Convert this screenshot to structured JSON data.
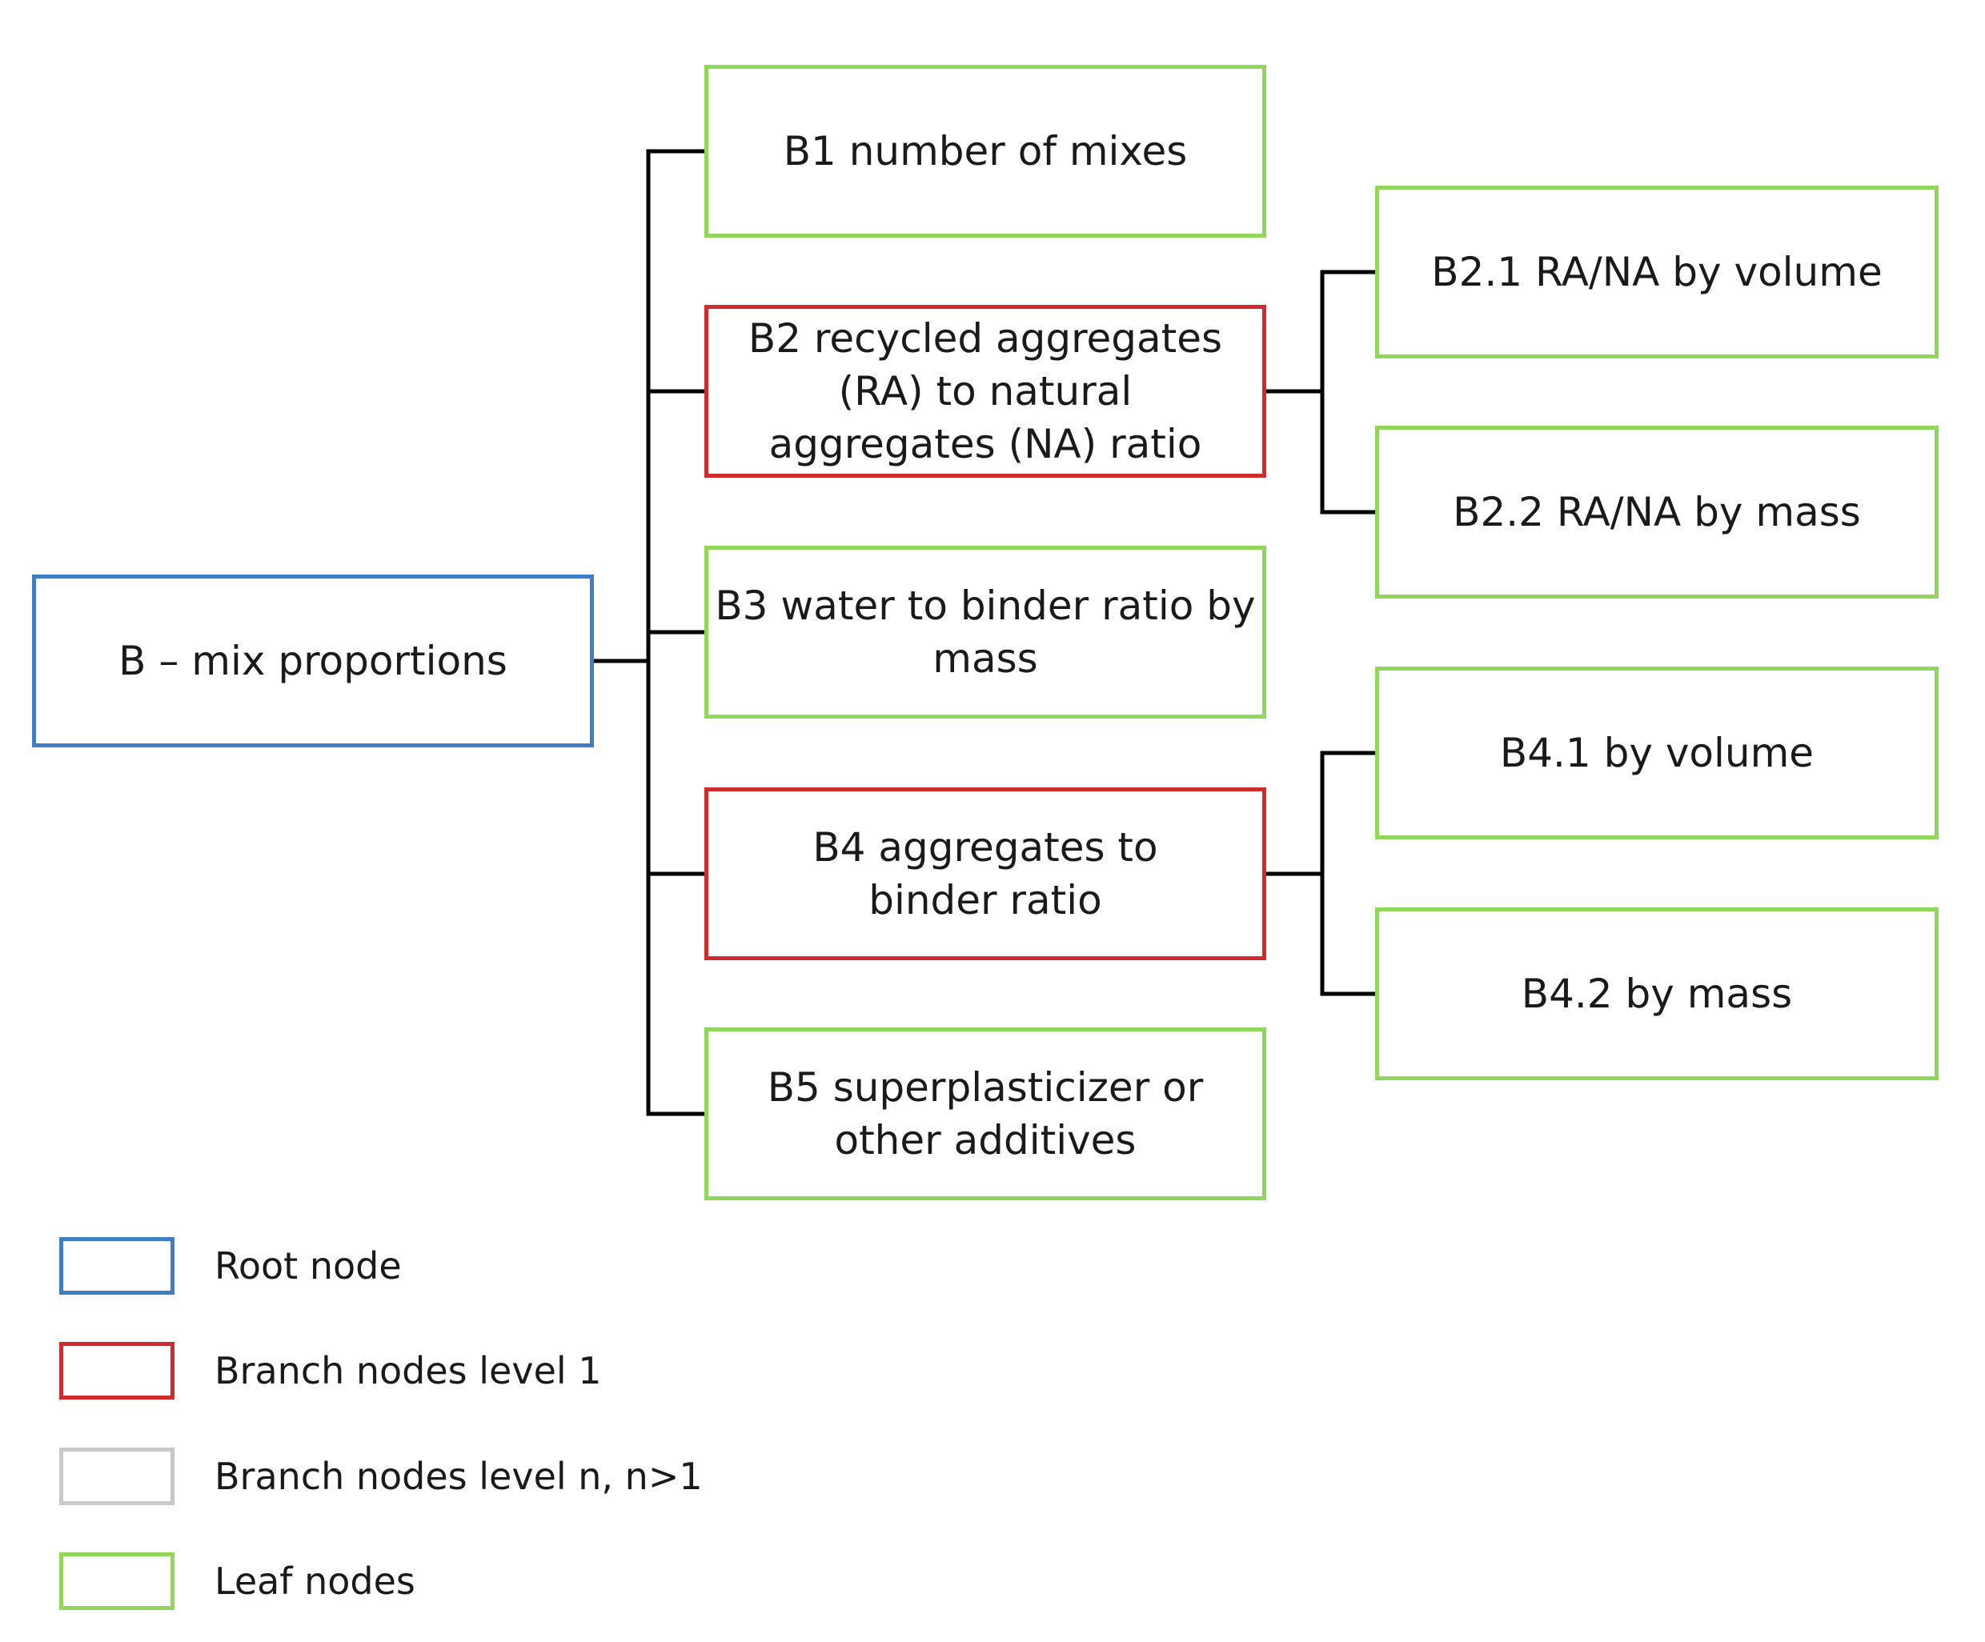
{
  "colors": {
    "root": "#3f7ec6",
    "branch_level_1": "#cf2b2b",
    "branch_level_n": "#c8c8c8",
    "leaf": "#8fd65a",
    "connector": "#000000"
  },
  "nodes": {
    "root": "B – mix proportions",
    "b1": "B1 number of mixes",
    "b2": "B2 recycled aggregates (RA) to natural aggregates (NA) ratio",
    "b3": "B3 water to binder ratio by mass",
    "b4": "B4 aggregates to binder ratio",
    "b5": "B5 superplasticizer or other additives",
    "b2_1": "B2.1 RA/NA by volume",
    "b2_2": "B2.2 RA/NA by mass",
    "b4_1": "B4.1 by volume",
    "b4_2": "B4.2 by mass"
  },
  "legend": {
    "root": "Root node",
    "branch_level_1": "Branch nodes level 1",
    "branch_level_n": "Branch nodes level n, n>1",
    "leaf": "Leaf nodes"
  }
}
